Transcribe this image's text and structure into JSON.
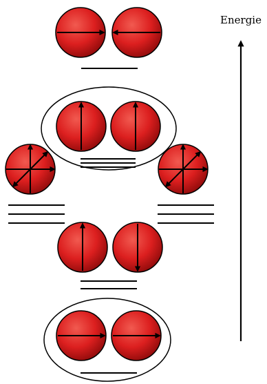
{
  "axis": {
    "label": "Energie",
    "direction": "up"
  },
  "colors": {
    "sphere_light": "#f15a50",
    "sphere_mid": "#dc1f1f",
    "sphere_dark": "#8c0a0a",
    "stroke": "#000000"
  },
  "states": [
    {
      "pair": "antiparallel-horizontal",
      "spins": [
        "right",
        "left"
      ],
      "levels": 1,
      "enclosed": false
    },
    {
      "pair": "parallel-vertical",
      "spins": [
        "up",
        "up"
      ],
      "levels": 3,
      "enclosed": true
    },
    {
      "pair": "single-multidirectional",
      "spins": [
        "all"
      ],
      "levels": 3,
      "enclosed": false,
      "position": "left"
    },
    {
      "pair": "single-multidirectional",
      "spins": [
        "all"
      ],
      "levels": 3,
      "enclosed": false,
      "position": "right"
    },
    {
      "pair": "antiparallel-vertical",
      "spins": [
        "up",
        "down"
      ],
      "levels": 2,
      "enclosed": false
    },
    {
      "pair": "parallel-horizontal",
      "spins": [
        "right",
        "right"
      ],
      "levels": 1,
      "enclosed": true
    }
  ]
}
